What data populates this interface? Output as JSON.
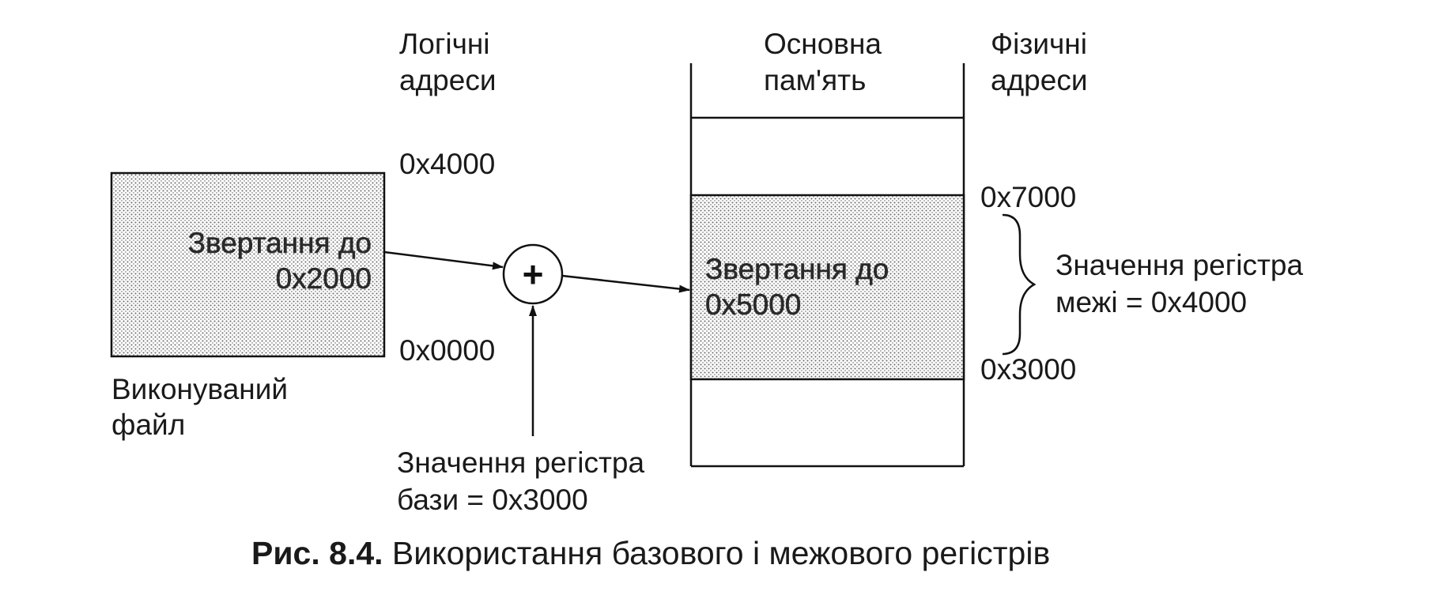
{
  "labels": {
    "logical_line1": "Логічні",
    "logical_line2": "адреси",
    "memory_line1": "Основна",
    "memory_line2": "пам'ять",
    "physical_line1": "Фізичні",
    "physical_line2": "адреси",
    "executable_line1": "Виконуваний",
    "executable_line2": "файл",
    "base_register_line1": "Значення регістра",
    "base_register_line2": "бази = 0x3000",
    "limit_register_line1": "Значення регістра",
    "limit_register_line2": "межі = 0x4000"
  },
  "executable_box": {
    "text_line1": "Звертання до",
    "text_line2": "0x2000"
  },
  "memory_region": {
    "text_line1": "Звертання до",
    "text_line2": "0x5000"
  },
  "addresses": {
    "logical_top": "0x4000",
    "logical_bottom": "0x0000",
    "physical_top": "0x7000",
    "physical_bottom": "0x3000"
  },
  "adder": {
    "symbol": "+"
  },
  "caption": {
    "bold_part": "Рис. 8.4.",
    "text_part": " Використання базового і межового регістрів"
  },
  "colors": {
    "ink": "#111111",
    "fill_dots": "#555555",
    "background": "#ffffff"
  }
}
